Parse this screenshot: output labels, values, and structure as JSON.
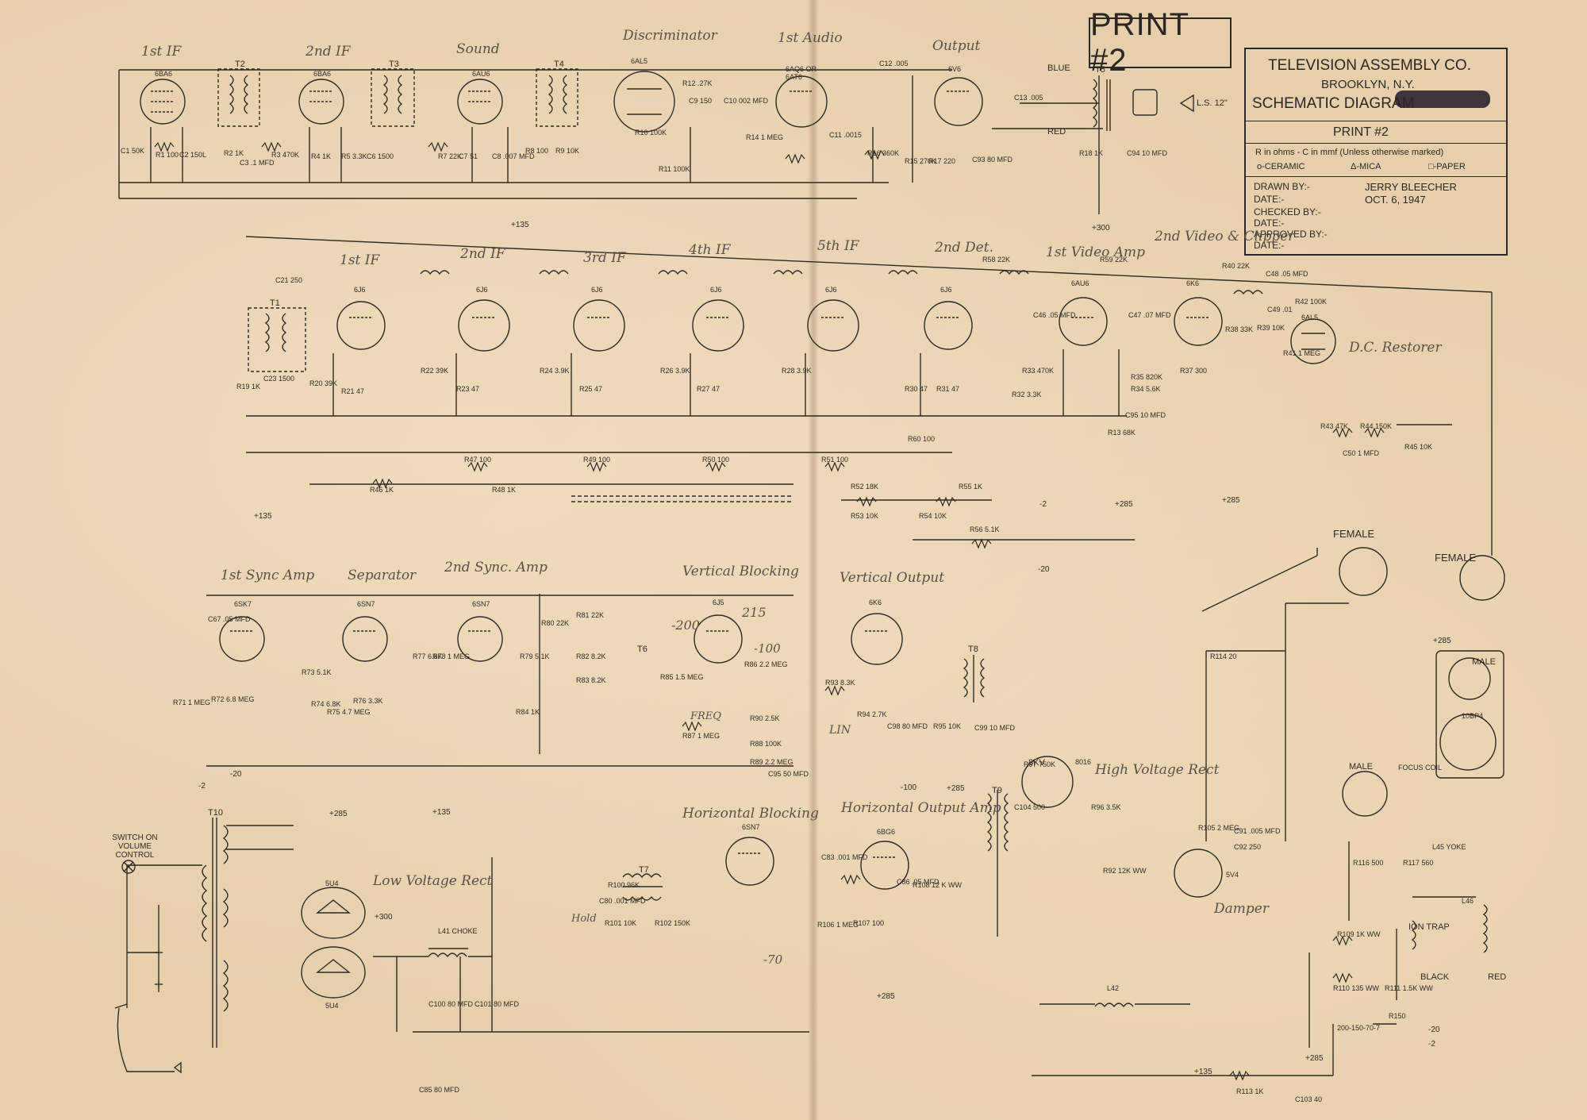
{
  "print_label": "PRINT #2",
  "title_block": {
    "company": "TELEVISION ASSEMBLY CO.",
    "city": "BROOKLYN, N.Y.",
    "heading": "SCHEMATIC DIAGRAM",
    "print": "PRINT #2",
    "units": "R in ohms - C in mmf (Unless otherwise marked)",
    "legend": [
      "o-CERAMIC",
      "Δ-MICA",
      "□-PAPER"
    ],
    "drawn_by_label": "DRAWN BY:-",
    "drawn_by": "JERRY BLEECHER",
    "date_label": "DATE:-",
    "date": "OCT. 6, 1947",
    "checked_by_label": "CHECKED BY:-",
    "date2_label": "DATE:-",
    "approved_by_label": "APPROVED BY:-",
    "date3_label": "DATE:-"
  },
  "section_labels": {
    "sound_1st_if": "1st IF",
    "sound_2nd_if": "2nd IF",
    "sound": "Sound",
    "discriminator": "Discriminator",
    "first_audio": "1st Audio",
    "output": "Output",
    "video_1st_if": "1st IF",
    "video_2nd_if": "2nd IF",
    "video_3rd_if": "3rd IF",
    "video_4th_if": "4th IF",
    "video_5th_if": "5th IF",
    "second_det": "2nd Det.",
    "first_video_amp": "1st Video Amp",
    "second_video_clipper": "2nd Video & Clipper",
    "dc_restorer": "D.C. Restorer",
    "sync_amp_1": "1st Sync Amp",
    "separator": "Separator",
    "sync_amp_2": "2nd Sync. Amp",
    "vertical_blocking": "Vertical Blocking",
    "vertical_output": "Vertical Output",
    "horizontal_blocking": "Horizontal Blocking",
    "horizontal_output": "Horizontal Output Amp",
    "low_voltage_rect": "Low Voltage Rect",
    "high_voltage_rect": "High Voltage Rect",
    "damper": "Damper",
    "switch_label": "SWITCH ON VOLUME CONTROL",
    "ion_trap": "ION TRAP",
    "female_1": "FEMALE",
    "female_2": "FEMALE",
    "male_1": "MALE",
    "male_2": "MALE",
    "blue": "BLUE",
    "red": "RED",
    "black": "BLACK",
    "red2": "RED",
    "ls": "L.S. 12\"",
    "freq": "FREQ",
    "lin": "LIN",
    "hold": "Hold"
  },
  "tubes": [
    {
      "id": "sound-if1",
      "label": "6BA6"
    },
    {
      "id": "sound-if2",
      "label": "6BA6"
    },
    {
      "id": "sound-amp",
      "label": "6AU6"
    },
    {
      "id": "disc",
      "label": "6AL5"
    },
    {
      "id": "audio1",
      "label": "6AQ6 OR 6AT6"
    },
    {
      "id": "audio-out",
      "label": "6V6"
    },
    {
      "id": "vif1",
      "label": "6J6"
    },
    {
      "id": "vif2",
      "label": "6J6"
    },
    {
      "id": "vif3",
      "label": "6J6"
    },
    {
      "id": "vif4",
      "label": "6J6"
    },
    {
      "id": "vif5",
      "label": "6J6"
    },
    {
      "id": "det2",
      "label": "6J6"
    },
    {
      "id": "video1",
      "label": "6AU6"
    },
    {
      "id": "video2",
      "label": "6K6"
    },
    {
      "id": "dcr",
      "label": "6AL5"
    },
    {
      "id": "sync1",
      "label": "6SK7"
    },
    {
      "id": "sep",
      "label": "6SN7"
    },
    {
      "id": "sync2",
      "label": "6SN7"
    },
    {
      "id": "vblock",
      "label": "6J5"
    },
    {
      "id": "vout",
      "label": "6K6"
    },
    {
      "id": "hblock",
      "label": "6SN7"
    },
    {
      "id": "hout",
      "label": "6BG6"
    },
    {
      "id": "lv1",
      "label": "5U4"
    },
    {
      "id": "lv2",
      "label": "5U4"
    },
    {
      "id": "hv",
      "label": "8016"
    },
    {
      "id": "damper",
      "label": "5V4"
    },
    {
      "id": "crt",
      "label": "10BP4"
    }
  ],
  "transformers": [
    {
      "id": "T1",
      "label": "T1"
    },
    {
      "id": "T2",
      "label": "T2"
    },
    {
      "id": "T3",
      "label": "T3"
    },
    {
      "id": "T4",
      "label": "T4"
    },
    {
      "id": "T5",
      "label": "T5"
    },
    {
      "id": "T6",
      "label": "T6"
    },
    {
      "id": "T7",
      "label": "T7"
    },
    {
      "id": "T8",
      "label": "T8"
    },
    {
      "id": "T9",
      "label": "T9"
    },
    {
      "id": "T10",
      "label": "T10"
    }
  ],
  "components": {
    "top": [
      "C1 50K",
      "R1 100",
      "C2 150L",
      "R2 1K",
      "C3 .1 MFD",
      "R3 470K",
      "R4 1K",
      "R5 3.3K",
      "C6 1500",
      "R7 22K",
      "C7 51",
      "C8 .007 MFD",
      "R8 100",
      "R9 10K",
      "R10 100K",
      "R11 100K",
      "R12 .27K",
      "C9 150",
      "C10 002 MFD",
      "R14 1 MEG",
      "C11 .0015",
      "C12 .005",
      "R16 360K",
      "R15 270K",
      "R17 220",
      "C93 80 MFD",
      "C13 .005",
      "R18 1K",
      "C94 10 MFD"
    ],
    "middle": [
      "C21 250",
      "C23 1500",
      "R19 1K",
      "R20 39K",
      "R21 47",
      "R22 39K",
      "R23 47",
      "R24 3.9K",
      "R25 47",
      "R26 3.9K",
      "R27 47",
      "R28 3.9K",
      "R30 47",
      "R31 47",
      "R33 470K",
      "R32 3.3K",
      "C46 .05 MFD",
      "C47 .07 MFD",
      "R34 5.6K",
      "R35 820K",
      "R37 300",
      "R38 33K",
      "R39 10K",
      "R40 22K",
      "R41 1 MEG",
      "R42 100K",
      "R43 47K",
      "R44 150K",
      "R45 10K",
      "C50 1 MFD",
      "R46 1K",
      "R47 100",
      "R48 1K",
      "R49 100",
      "R50 100",
      "R51 100",
      "R52 18K",
      "R53 10K",
      "R54 10K",
      "R55 1K",
      "R56 5.1K",
      "R60 100",
      "R13 68K",
      "C95 10 MFD",
      "C49 .01",
      "C48 .05 MFD",
      "R58 22K",
      "R59 22K"
    ],
    "bottom": [
      "C67 .05 MFD",
      "R71 1 MEG",
      "R72 6.8 MEG",
      "R73 5.1K",
      "R74 6.8K",
      "R75 4.7 MEG",
      "R76 3.3K",
      "R77 6.8K",
      "R78 1 MEG",
      "R79 5.1K",
      "R80 22K",
      "R81 22K",
      "R82 8.2K",
      "R83 8.2K",
      "R84 1K",
      "R85 1.5 MEG",
      "R86 2.2 MEG",
      "R87 1 MEG",
      "R88 100K",
      "R89 2.2 MEG",
      "R90 2.5K",
      "R93 8.3K",
      "R94 2.7K",
      "R95 10K",
      "R96 3.5K",
      "R97 750K",
      "C98 80 MFD",
      "C99 10 MFD",
      "C95 50 MFD",
      "R100 96K",
      "R101 10K",
      "R102 150K",
      "R105 2 MEG",
      "R106 1 MEG",
      "R107 100",
      "R108 12 K WW",
      "C86 .05 MFD",
      "C80 .001 MFD",
      "C83 .001 MFD",
      "C100 80 MFD",
      "C101 80 MFD",
      "C85 80 MFD",
      "C104 500",
      "C91 .005 MFD",
      "C92 250",
      "R92 12K WW",
      "R109 1K WW",
      "R110 135 WW",
      "R111 1.5K WW",
      "R113 1K",
      "R116 500",
      "R117 560",
      "C103 40",
      "L41 CHOKE",
      "L42",
      "L45 YOKE",
      "L46",
      "R114 20"
    ]
  },
  "supply_labels": [
    "+135",
    "+135",
    "+285",
    "+300",
    "-20",
    "-2",
    "+285",
    "-2",
    "+135",
    "+285",
    "+285",
    "-20",
    "-100",
    "+300",
    "-20",
    "-2",
    "+285",
    "+135",
    "+285",
    "+285",
    "8KV"
  ],
  "voltage_annotations": [
    "-200",
    "215",
    "-100",
    "-70"
  ],
  "misc_labels": [
    "200-150-70-7",
    "FOCUS COIL",
    "R150"
  ],
  "colors": {
    "paper": "#e7cfac",
    "ink": "#2e2a26",
    "pencil": "#5a5048",
    "redaction": "#2b2230"
  }
}
